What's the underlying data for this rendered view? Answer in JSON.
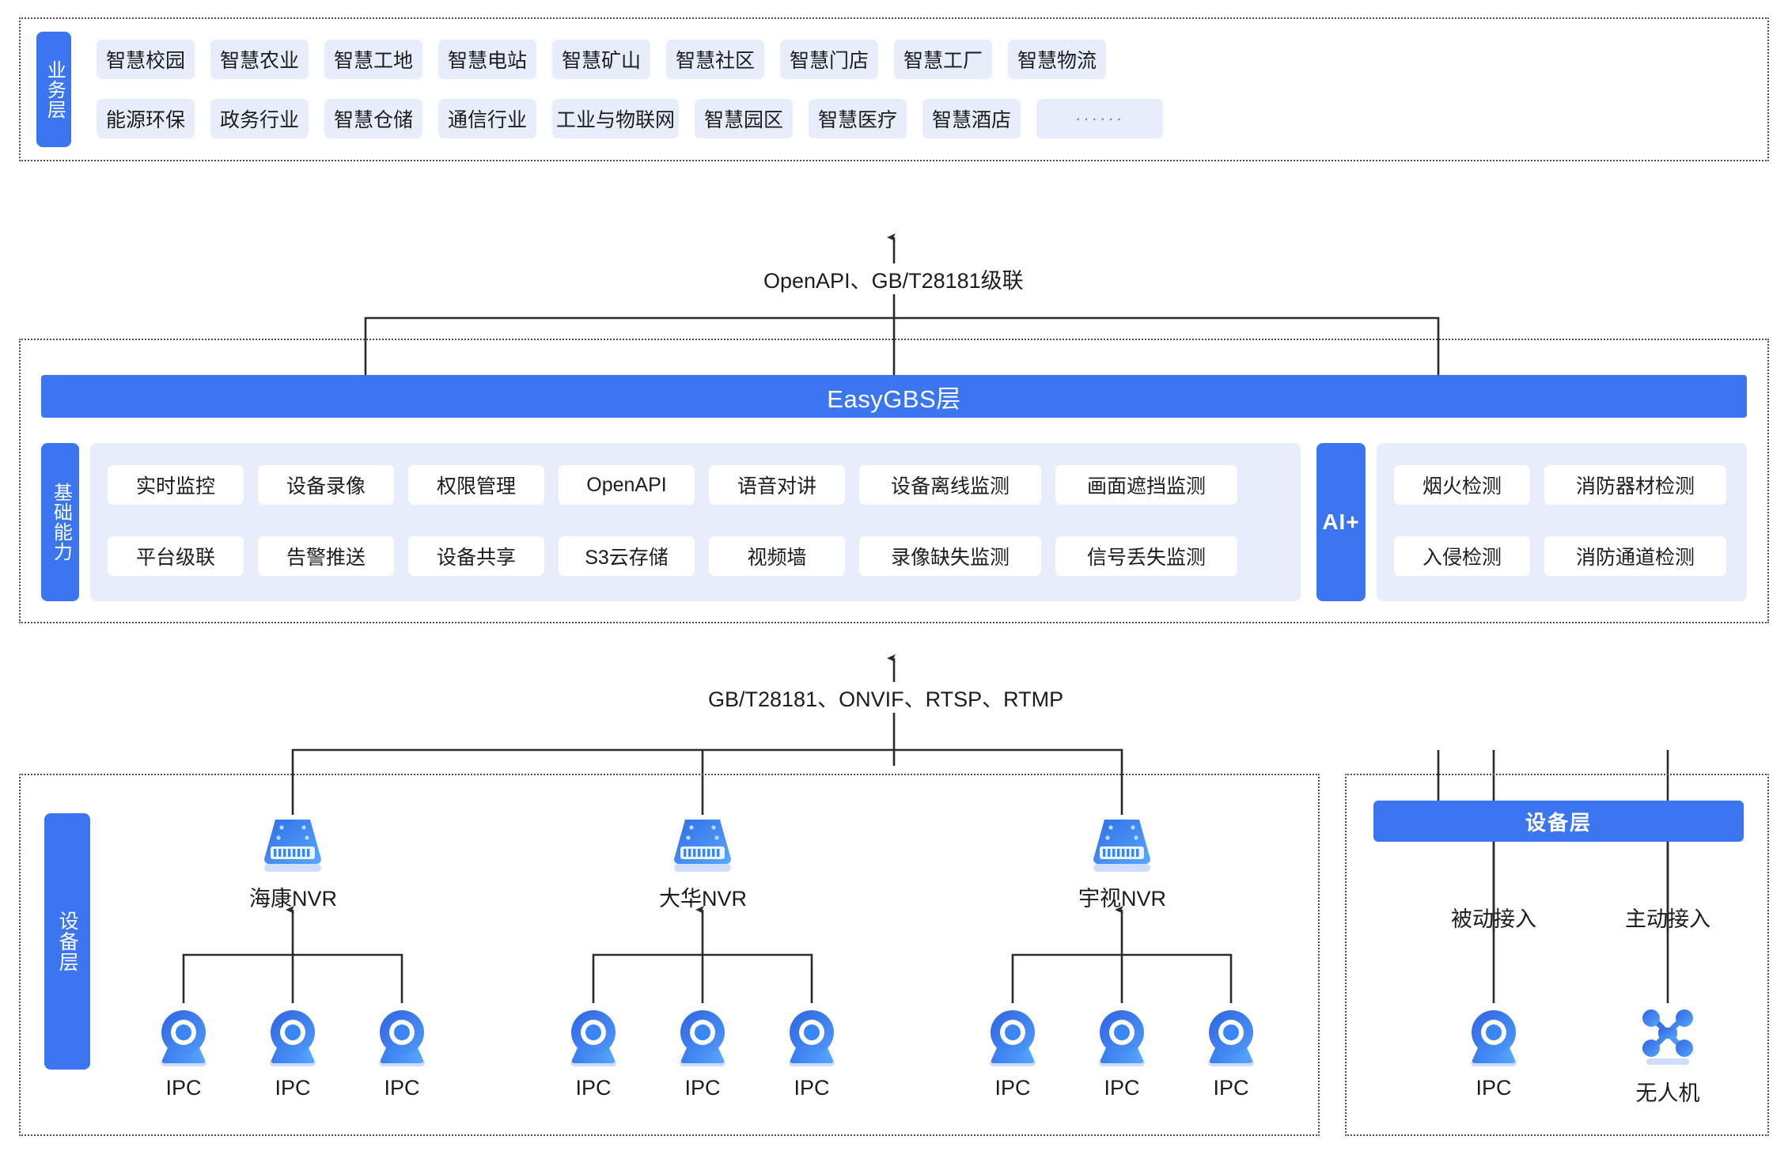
{
  "diagram": {
    "title": "EasyGBS 视频监控平台架构图",
    "accent_blue": "#3b76f0",
    "chip_bg": "#e8edfc",
    "line_color": "#2b2b2b"
  },
  "business_layer": {
    "tab_label": "业务层",
    "row1": [
      "智慧校园",
      "智慧农业",
      "智慧工地",
      "智慧电站",
      "智慧矿山",
      "智慧社区",
      "智慧门店",
      "智慧工厂",
      "智慧物流"
    ],
    "row2": [
      "能源环保",
      "政务行业",
      "智慧仓储",
      "通信行业",
      "工业与物联网",
      "智慧园区",
      "智慧医疗",
      "智慧酒店",
      "······"
    ]
  },
  "connector_top": {
    "label": "OpenAPI、GB/T28181级联"
  },
  "platform_layer": {
    "bar_label": "EasyGBS层",
    "capability_tab_label": "基础能力",
    "capability_row1": [
      "实时监控",
      "设备录像",
      "权限管理",
      "OpenAPI",
      "语音对讲",
      "设备离线监测",
      "画面遮挡监测"
    ],
    "capability_row2": [
      "平台级联",
      "告警推送",
      "设备共享",
      "S3云存储",
      "视频墙",
      "录像缺失监测",
      "信号丢失监测"
    ],
    "ai_tab_label": "AI+",
    "ai_row1": [
      "烟火检测",
      "消防器材检测"
    ],
    "ai_row2": [
      "入侵检测",
      "消防通道检测"
    ]
  },
  "connector_bottom": {
    "label": "GB/T28181、ONVIF、RTSP、RTMP"
  },
  "device_layer_left": {
    "tab_label": "设备层",
    "nvr_groups": [
      {
        "nvr_label": "海康NVR",
        "icon": "nvr-icon",
        "cameras": [
          {
            "label": "IPC",
            "icon": "ipc-camera-icon"
          },
          {
            "label": "IPC",
            "icon": "ipc-camera-icon"
          },
          {
            "label": "IPC",
            "icon": "ipc-camera-icon"
          }
        ]
      },
      {
        "nvr_label": "大华NVR",
        "icon": "nvr-icon",
        "cameras": [
          {
            "label": "IPC",
            "icon": "ipc-camera-icon"
          },
          {
            "label": "IPC",
            "icon": "ipc-camera-icon"
          },
          {
            "label": "IPC",
            "icon": "ipc-camera-icon"
          }
        ]
      },
      {
        "nvr_label": "宇视NVR",
        "icon": "nvr-icon",
        "cameras": [
          {
            "label": "IPC",
            "icon": "ipc-camera-icon"
          },
          {
            "label": "IPC",
            "icon": "ipc-camera-icon"
          },
          {
            "label": "IPC",
            "icon": "ipc-camera-icon"
          }
        ]
      }
    ]
  },
  "device_layer_right": {
    "bar_label": "设备层",
    "branches": [
      {
        "mode_label": "被动接入",
        "device_label": "IPC",
        "icon": "ipc-camera-icon"
      },
      {
        "mode_label": "主动接入",
        "device_label": "无人机",
        "icon": "drone-icon"
      }
    ]
  }
}
